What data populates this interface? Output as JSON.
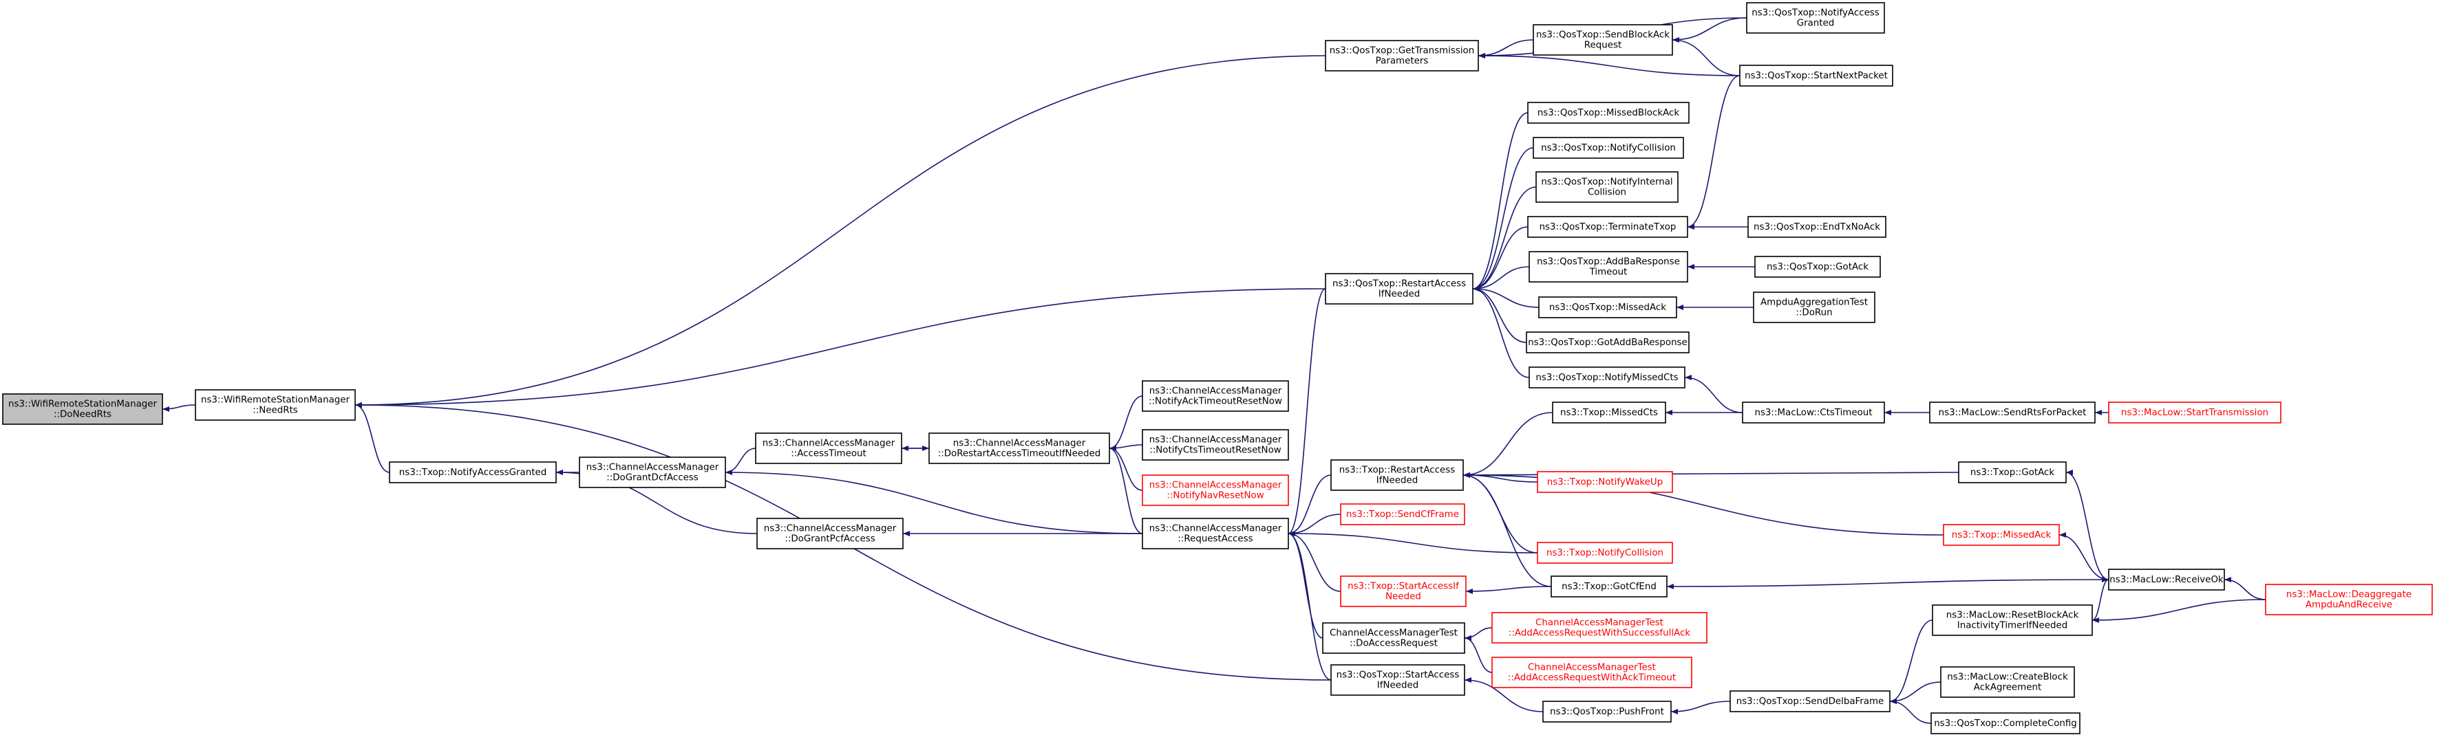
{
  "nodes": [
    {
      "id": "n_doneedrts",
      "lines": [
        "ns3::WifiRemoteStationManager",
        "::DoNeedRts"
      ],
      "root": true
    },
    {
      "id": "n_needrts",
      "lines": [
        "ns3::WifiRemoteStationManager",
        "::NeedRts"
      ]
    },
    {
      "id": "n_getparams",
      "lines": [
        "ns3::QosTxop::GetTransmission",
        "Parameters"
      ]
    },
    {
      "id": "n_sendblockack",
      "lines": [
        "ns3::QosTxop::SendBlockAck",
        "Request"
      ]
    },
    {
      "id": "n_notifyaccessgranted_q",
      "lines": [
        "ns3::QosTxop::NotifyAccess",
        "Granted"
      ]
    },
    {
      "id": "n_startnextpacket",
      "lines": [
        "ns3::QosTxop::StartNextPacket"
      ]
    },
    {
      "id": "n_missedblockack",
      "lines": [
        "ns3::QosTxop::MissedBlockAck"
      ]
    },
    {
      "id": "n_notifycollision_q",
      "lines": [
        "ns3::QosTxop::NotifyCollision"
      ]
    },
    {
      "id": "n_notifyinternal",
      "lines": [
        "ns3::QosTxop::NotifyInternal",
        "Collision"
      ]
    },
    {
      "id": "n_terminatetxop",
      "lines": [
        "ns3::QosTxop::TerminateTxop"
      ]
    },
    {
      "id": "n_endtxnoack",
      "lines": [
        "ns3::QosTxop::EndTxNoAck"
      ]
    },
    {
      "id": "n_addbaresponse",
      "lines": [
        "ns3::QosTxop::AddBaResponse",
        "Timeout"
      ]
    },
    {
      "id": "n_gotack_q",
      "lines": [
        "ns3::QosTxop::GotAck"
      ]
    },
    {
      "id": "n_restart_q",
      "lines": [
        "ns3::QosTxop::RestartAccess",
        "IfNeeded"
      ]
    },
    {
      "id": "n_missedack_q",
      "lines": [
        "ns3::QosTxop::MissedAck"
      ]
    },
    {
      "id": "n_ampdutest",
      "lines": [
        "AmpduAggregationTest",
        "::DoRun"
      ]
    },
    {
      "id": "n_gotaddba",
      "lines": [
        "ns3::QosTxop::GotAddBaResponse"
      ]
    },
    {
      "id": "n_notifymissedcts",
      "lines": [
        "ns3::QosTxop::NotifyMissedCts"
      ]
    },
    {
      "id": "n_txop_missedcts",
      "lines": [
        "ns3::Txop::MissedCts"
      ]
    },
    {
      "id": "n_ctstimeout",
      "lines": [
        "ns3::MacLow::CtsTimeout"
      ]
    },
    {
      "id": "n_sendrts",
      "lines": [
        "ns3::MacLow::SendRtsForPacket"
      ]
    },
    {
      "id": "n_starttransmission",
      "lines": [
        "ns3::MacLow::StartTransmission"
      ],
      "red": true
    },
    {
      "id": "n_notifyacktimeout",
      "lines": [
        "ns3::ChannelAccessManager",
        "::NotifyAckTimeoutResetNow"
      ]
    },
    {
      "id": "n_notifyctstimeout",
      "lines": [
        "ns3::ChannelAccessManager",
        "::NotifyCtsTimeoutResetNow"
      ]
    },
    {
      "id": "n_notifynav",
      "lines": [
        "ns3::ChannelAccessManager",
        "::NotifyNavResetNow"
      ],
      "red": true
    },
    {
      "id": "n_accesstimeout",
      "lines": [
        "ns3::ChannelAccessManager",
        "::AccessTimeout"
      ]
    },
    {
      "id": "n_dorestart",
      "lines": [
        "ns3::ChannelAccessManager",
        "::DoRestartAccessTimeoutIfNeeded"
      ]
    },
    {
      "id": "n_txop_notifygranted",
      "lines": [
        "ns3::Txop::NotifyAccessGranted"
      ]
    },
    {
      "id": "n_dograntdcf",
      "lines": [
        "ns3::ChannelAccessManager",
        "::DoGrantDcfAccess"
      ]
    },
    {
      "id": "n_restart_t",
      "lines": [
        "ns3::Txop::RestartAccess",
        "IfNeeded"
      ]
    },
    {
      "id": "n_notifywakeup",
      "lines": [
        "ns3::Txop::NotifyWakeUp"
      ],
      "red": true
    },
    {
      "id": "n_gotack_t",
      "lines": [
        "ns3::Txop::GotAck"
      ]
    },
    {
      "id": "n_sendcfframe",
      "lines": [
        "ns3::Txop::SendCfFrame"
      ],
      "red": true
    },
    {
      "id": "n_requestaccess",
      "lines": [
        "ns3::ChannelAccessManager",
        "::RequestAccess"
      ]
    },
    {
      "id": "n_dograntpcf",
      "lines": [
        "ns3::ChannelAccessManager",
        "::DoGrantPcfAccess"
      ]
    },
    {
      "id": "n_notifycollision_t",
      "lines": [
        "ns3::Txop::NotifyCollision"
      ],
      "red": true
    },
    {
      "id": "n_missedack_t",
      "lines": [
        "ns3::Txop::MissedAck"
      ],
      "red": true
    },
    {
      "id": "n_startaccess_t",
      "lines": [
        "ns3::Txop::StartAccessIf",
        "Needed"
      ],
      "red": true
    },
    {
      "id": "n_gotcfend",
      "lines": [
        "ns3::Txop::GotCfEnd"
      ]
    },
    {
      "id": "n_receiveok",
      "lines": [
        "ns3::MacLow::ReceiveOk"
      ]
    },
    {
      "id": "n_deaggregate",
      "lines": [
        "ns3::MacLow::Deaggregate",
        "AmpduAndReceive"
      ],
      "red": true
    },
    {
      "id": "n_cam_doaccess",
      "lines": [
        "ChannelAccessManagerTest",
        "::DoAccessRequest"
      ]
    },
    {
      "id": "n_cam_success",
      "lines": [
        "ChannelAccessManagerTest",
        "::AddAccessRequestWithSuccessfullAck"
      ],
      "red": true
    },
    {
      "id": "n_cam_acktimeout",
      "lines": [
        "ChannelAccessManagerTest",
        "::AddAccessRequestWithAckTimeout"
      ],
      "red": true
    },
    {
      "id": "n_resetblockack",
      "lines": [
        "ns3::MacLow::ResetBlockAck",
        "InactivityTimerIfNeeded"
      ]
    },
    {
      "id": "n_startaccess_q",
      "lines": [
        "ns3::QosTxop::StartAccess",
        "IfNeeded"
      ]
    },
    {
      "id": "n_createblockack",
      "lines": [
        "ns3::MacLow::CreateBlock",
        "AckAgreement"
      ]
    },
    {
      "id": "n_pushfront",
      "lines": [
        "ns3::QosTxop::PushFront"
      ]
    },
    {
      "id": "n_senddelba",
      "lines": [
        "ns3::QosTxop::SendDelbaFrame"
      ]
    },
    {
      "id": "n_completeconfig",
      "lines": [
        "ns3::QosTxop::CompleteConfig"
      ]
    }
  ],
  "edges": [
    [
      "n_needrts",
      "n_doneedrts"
    ],
    [
      "n_getparams",
      "n_needrts"
    ],
    [
      "n_restart_q",
      "n_needrts"
    ],
    [
      "n_txop_notifygranted",
      "n_needrts"
    ],
    [
      "n_startaccess_q",
      "n_needrts"
    ],
    [
      "n_sendblockack",
      "n_getparams"
    ],
    [
      "n_notifyaccessgranted_q",
      "n_getparams"
    ],
    [
      "n_startnextpacket",
      "n_getparams"
    ],
    [
      "n_notifyaccessgranted_q",
      "n_sendblockack"
    ],
    [
      "n_startnextpacket",
      "n_sendblockack"
    ],
    [
      "n_missedblockack",
      "n_restart_q"
    ],
    [
      "n_notifycollision_q",
      "n_restart_q"
    ],
    [
      "n_notifyinternal",
      "n_restart_q"
    ],
    [
      "n_terminatetxop",
      "n_restart_q"
    ],
    [
      "n_addbaresponse",
      "n_restart_q"
    ],
    [
      "n_missedack_q",
      "n_restart_q"
    ],
    [
      "n_gotaddba",
      "n_restart_q"
    ],
    [
      "n_notifymissedcts",
      "n_restart_q"
    ],
    [
      "n_startnextpacket",
      "n_terminatetxop"
    ],
    [
      "n_endtxnoack",
      "n_terminatetxop"
    ],
    [
      "n_gotack_q",
      "n_addbaresponse"
    ],
    [
      "n_ampdutest",
      "n_missedack_q"
    ],
    [
      "n_ctstimeout",
      "n_notifymissedcts"
    ],
    [
      "n_ctstimeout",
      "n_txop_missedcts"
    ],
    [
      "n_sendrts",
      "n_ctstimeout"
    ],
    [
      "n_starttransmission",
      "n_sendrts"
    ],
    [
      "n_dograntdcf",
      "n_txop_notifygranted"
    ],
    [
      "n_dograntpcf",
      "n_txop_notifygranted"
    ],
    [
      "n_accesstimeout",
      "n_dograntdcf"
    ],
    [
      "n_requestaccess",
      "n_dograntdcf"
    ],
    [
      "n_dorestart",
      "n_accesstimeout"
    ],
    [
      "n_accesstimeout",
      "n_dorestart"
    ],
    [
      "n_notifyacktimeout",
      "n_dorestart"
    ],
    [
      "n_notifyctstimeout",
      "n_dorestart"
    ],
    [
      "n_notifynav",
      "n_dorestart"
    ],
    [
      "n_requestaccess",
      "n_dorestart"
    ],
    [
      "n_requestaccess",
      "n_dograntpcf"
    ],
    [
      "n_restart_q",
      "n_requestaccess"
    ],
    [
      "n_restart_t",
      "n_requestaccess"
    ],
    [
      "n_sendcfframe",
      "n_requestaccess"
    ],
    [
      "n_notifycollision_t",
      "n_requestaccess"
    ],
    [
      "n_startaccess_t",
      "n_requestaccess"
    ],
    [
      "n_cam_doaccess",
      "n_requestaccess"
    ],
    [
      "n_startaccess_q",
      "n_requestaccess"
    ],
    [
      "n_txop_missedcts",
      "n_restart_t"
    ],
    [
      "n_notifywakeup",
      "n_restart_t"
    ],
    [
      "n_gotack_t",
      "n_restart_t"
    ],
    [
      "n_notifycollision_t",
      "n_restart_t"
    ],
    [
      "n_missedack_t",
      "n_restart_t"
    ],
    [
      "n_gotcfend",
      "n_restart_t"
    ],
    [
      "n_receiveok",
      "n_gotack_t"
    ],
    [
      "n_receiveok",
      "n_missedack_t"
    ],
    [
      "n_gotcfend",
      "n_startaccess_t"
    ],
    [
      "n_receiveok",
      "n_gotcfend"
    ],
    [
      "n_deaggregate",
      "n_receiveok"
    ],
    [
      "n_deaggregate",
      "n_resetblockack"
    ],
    [
      "n_cam_success",
      "n_cam_doaccess"
    ],
    [
      "n_cam_acktimeout",
      "n_cam_doaccess"
    ],
    [
      "n_pushfront",
      "n_startaccess_q"
    ],
    [
      "n_senddelba",
      "n_pushfront"
    ],
    [
      "n_resetblockack",
      "n_receiveok"
    ],
    [
      "n_resetblockack",
      "n_senddelba"
    ],
    [
      "n_createblockack",
      "n_senddelba"
    ],
    [
      "n_completeconfig",
      "n_senddelba"
    ]
  ]
}
